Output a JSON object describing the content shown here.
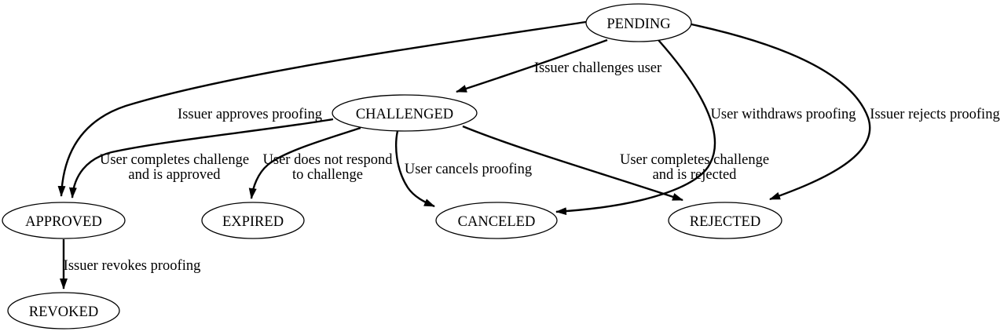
{
  "diagram": {
    "type": "state-machine",
    "colors": {
      "background": "#ffffff",
      "node_fill": "#ffffff",
      "line": "#000000",
      "text": "#000000"
    },
    "nodes": [
      {
        "id": "pending",
        "label": "PENDING"
      },
      {
        "id": "challenged",
        "label": "CHALLENGED"
      },
      {
        "id": "approved",
        "label": "APPROVED"
      },
      {
        "id": "expired",
        "label": "EXPIRED"
      },
      {
        "id": "canceled",
        "label": "CANCELED"
      },
      {
        "id": "rejected",
        "label": "REJECTED"
      },
      {
        "id": "revoked",
        "label": "REVOKED"
      }
    ],
    "edges": [
      {
        "from": "PENDING",
        "to": "CHALLENGED",
        "label": "Issuer challenges user",
        "label_lines": [
          "Issuer challenges user"
        ]
      },
      {
        "from": "PENDING",
        "to": "APPROVED",
        "label": "Issuer approves proofing",
        "label_lines": [
          "Issuer approves proofing"
        ]
      },
      {
        "from": "PENDING",
        "to": "CANCELED",
        "label": "User withdraws proofing",
        "label_lines": [
          "User withdraws proofing"
        ]
      },
      {
        "from": "PENDING",
        "to": "REJECTED",
        "label": "Issuer rejects proofing",
        "label_lines": [
          "Issuer rejects proofing"
        ]
      },
      {
        "from": "CHALLENGED",
        "to": "APPROVED",
        "label": "User completes challenge and is approved",
        "label_lines": [
          "User completes challenge",
          "and is approved"
        ]
      },
      {
        "from": "CHALLENGED",
        "to": "EXPIRED",
        "label": "User does not respond to challenge",
        "label_lines": [
          "User does not respond",
          "to challenge"
        ]
      },
      {
        "from": "CHALLENGED",
        "to": "CANCELED",
        "label": "User cancels proofing",
        "label_lines": [
          "User cancels proofing"
        ]
      },
      {
        "from": "CHALLENGED",
        "to": "REJECTED",
        "label": "User completes challenge and is rejected",
        "label_lines": [
          "User completes challenge",
          "and is rejected"
        ]
      },
      {
        "from": "APPROVED",
        "to": "REVOKED",
        "label": "Issuer revokes proofing",
        "label_lines": [
          "Issuer revokes proofing"
        ]
      }
    ]
  }
}
